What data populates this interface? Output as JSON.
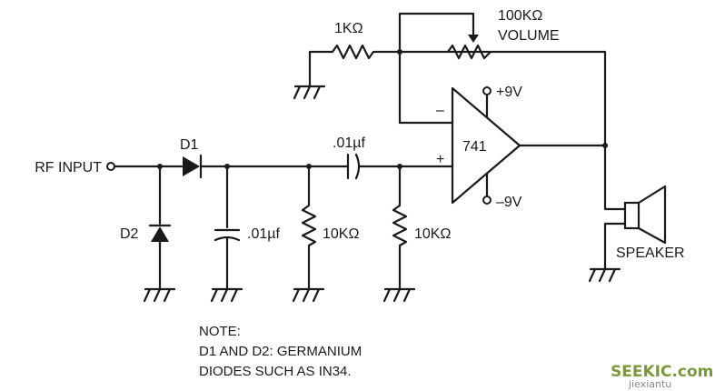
{
  "labels": {
    "rf_input": "RF INPUT",
    "d1": "D1",
    "d2": "D2",
    "cap1": ".01µf",
    "cap2": ".01µf",
    "r1": "10KΩ",
    "r2": "10KΩ",
    "r_feedback": "1KΩ",
    "pot_value": "100KΩ",
    "pot_name": "VOLUME",
    "opamp": "741",
    "minus": "–",
    "plus": "+",
    "vplus": "+9V",
    "vminus": "–9V",
    "speaker": "SPEAKER"
  },
  "note": {
    "line1": "NOTE:",
    "line2": "D1 AND D2: GERMANIUM",
    "line3": "DIODES SUCH AS IN34."
  },
  "watermark": {
    "brand": "SEEKIC.com",
    "sub": "jiexiantu"
  }
}
